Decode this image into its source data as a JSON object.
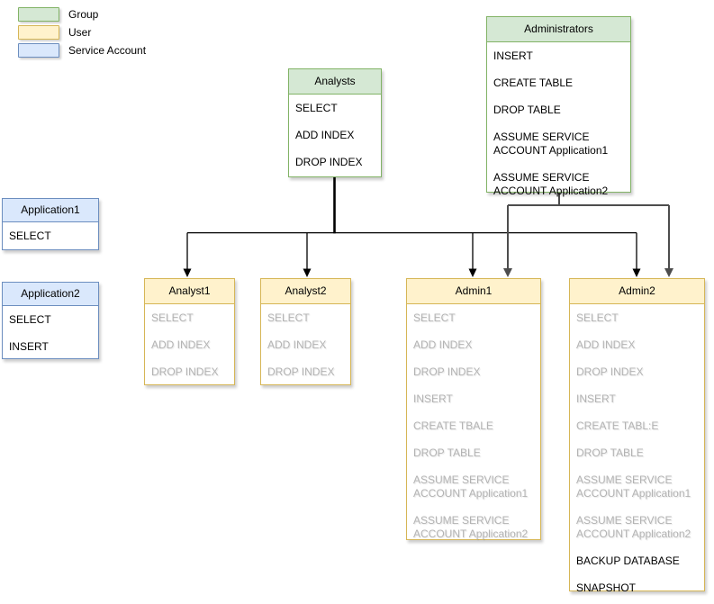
{
  "diagram_title": "",
  "colors": {
    "group_fill": "#d5e8d4",
    "group_stroke": "#82b366",
    "user_fill": "#fff2cc",
    "user_stroke": "#d6b656",
    "service_account_fill": "#dae8fc",
    "service_account_stroke": "#6c8ebf",
    "active_text": "#000000",
    "inherited_text": "#b3b3b3",
    "edge_analysts": "#000000",
    "edge_administrators": "#4d4d4d"
  },
  "legend": {
    "items": [
      {
        "label": "Group",
        "fill": "#d5e8d4",
        "stroke": "#82b366"
      },
      {
        "label": "User",
        "fill": "#fff2cc",
        "stroke": "#d6b656"
      },
      {
        "label": "Service Account",
        "fill": "#dae8fc",
        "stroke": "#6c8ebf"
      }
    ]
  },
  "nodes": {
    "analysts": {
      "title": "Analysts",
      "type": "group",
      "fill": "#d5e8d4",
      "stroke": "#82b366",
      "items": [
        {
          "text": "SELECT"
        },
        {
          "text": "ADD INDEX"
        },
        {
          "text": "DROP INDEX"
        }
      ]
    },
    "administrators": {
      "title": "Administrators",
      "type": "group",
      "fill": "#d5e8d4",
      "stroke": "#82b366",
      "items": [
        {
          "text": "INSERT"
        },
        {
          "text": "CREATE TABLE"
        },
        {
          "text": "DROP TABLE"
        },
        {
          "text": "ASSUME SERVICE\nACCOUNT Application1"
        },
        {
          "text": "ASSUME SERVICE\nACCOUNT Application2"
        }
      ]
    },
    "application1": {
      "title": "Application1",
      "type": "service-account",
      "fill": "#dae8fc",
      "stroke": "#6c8ebf",
      "items": [
        {
          "text": "SELECT"
        }
      ]
    },
    "application2": {
      "title": "Application2",
      "type": "service-account",
      "fill": "#dae8fc",
      "stroke": "#6c8ebf",
      "items": [
        {
          "text": "SELECT"
        },
        {
          "text": "INSERT"
        }
      ]
    },
    "analyst1": {
      "title": "Analyst1",
      "type": "user",
      "fill": "#fff2cc",
      "stroke": "#d6b656",
      "items": [
        {
          "text": "SELECT",
          "muted": true
        },
        {
          "text": "ADD INDEX",
          "muted": true
        },
        {
          "text": "DROP INDEX",
          "muted": true
        }
      ]
    },
    "analyst2": {
      "title": "Analyst2",
      "type": "user",
      "fill": "#fff2cc",
      "stroke": "#d6b656",
      "items": [
        {
          "text": "SELECT",
          "muted": true
        },
        {
          "text": "ADD INDEX",
          "muted": true
        },
        {
          "text": "DROP INDEX",
          "muted": true
        }
      ]
    },
    "admin1": {
      "title": "Admin1",
      "type": "user",
      "fill": "#fff2cc",
      "stroke": "#d6b656",
      "items": [
        {
          "text": "SELECT",
          "muted": true
        },
        {
          "text": "ADD INDEX",
          "muted": true
        },
        {
          "text": "DROP INDEX",
          "muted": true
        },
        {
          "text": "INSERT",
          "muted": true
        },
        {
          "text": "CREATE TBALE",
          "muted": true
        },
        {
          "text": "DROP TABLE",
          "muted": true
        },
        {
          "text": "ASSUME SERVICE\nACCOUNT Application1",
          "muted": true
        },
        {
          "text": "ASSUME SERVICE\nACCOUNT Application2",
          "muted": true
        }
      ]
    },
    "admin2": {
      "title": "Admin2",
      "type": "user",
      "fill": "#fff2cc",
      "stroke": "#d6b656",
      "items": [
        {
          "text": "SELECT",
          "muted": true
        },
        {
          "text": "ADD INDEX",
          "muted": true
        },
        {
          "text": "DROP INDEX",
          "muted": true
        },
        {
          "text": "INSERT",
          "muted": true
        },
        {
          "text": "CREATE TABL:E",
          "muted": true
        },
        {
          "text": "DROP TABLE",
          "muted": true
        },
        {
          "text": "ASSUME SERVICE\nACCOUNT Application1",
          "muted": true
        },
        {
          "text": "ASSUME SERVICE\nACCOUNT Application2",
          "muted": true
        },
        {
          "text": "BACKUP DATABASE"
        },
        {
          "text": "SNAPSHOT"
        }
      ]
    }
  },
  "edges": [
    {
      "from": "analysts",
      "to": [
        "analyst1",
        "analyst2",
        "admin1",
        "admin2"
      ]
    },
    {
      "from": "administrators",
      "to": [
        "admin1",
        "admin2"
      ]
    }
  ]
}
